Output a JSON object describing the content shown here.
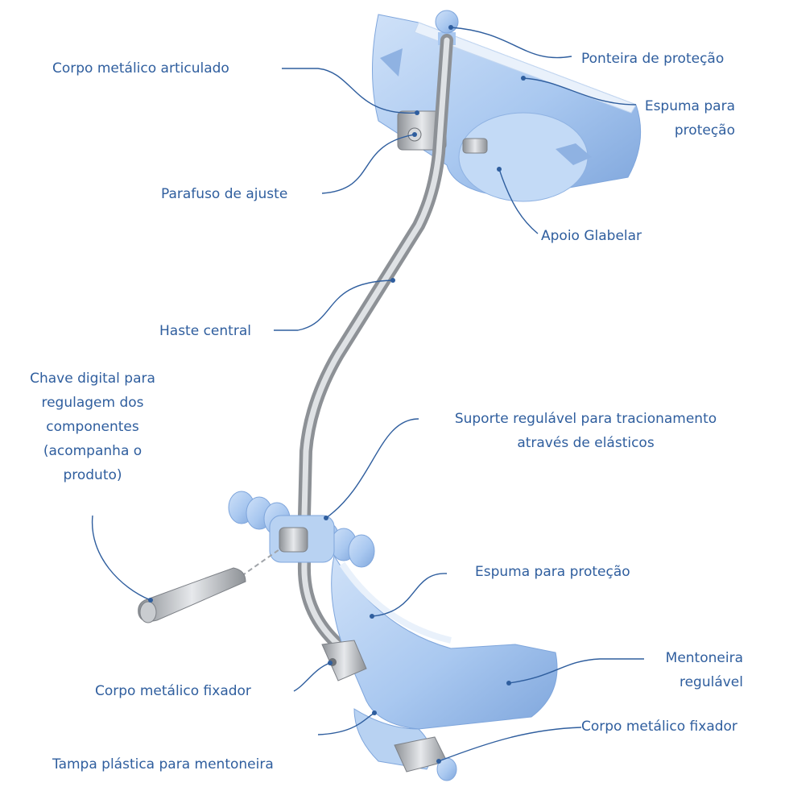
{
  "labels": {
    "ponteira": "Ponteira de proteção",
    "corpo_articulado": "Corpo metálico articulado",
    "espuma_top_1": "Espuma para",
    "espuma_top_2": "proteção",
    "parafuso": "Parafuso de ajuste",
    "apoio": "Apoio Glabelar",
    "haste": "Haste central",
    "chave_1": "Chave digital para",
    "chave_2": "regulagem dos",
    "chave_3": "componentes",
    "chave_4": "(acompanha o",
    "chave_5": "produto)",
    "suporte_1": "Suporte regulável para tracionamento",
    "suporte_2": "através de elásticos",
    "espuma_mid": "Espuma para proteção",
    "mentoneira_1": "Mentoneira",
    "mentoneira_2": "regulável",
    "fixador_left": "Corpo metálico fixador",
    "fixador_right": "Corpo metálico fixador",
    "tampa": "Tampa plástica para mentoneira"
  },
  "colors": {
    "label_text": "#2f5e9e",
    "plastic_blue": "#a9c8f0",
    "plastic_shadow": "#7fa6dc",
    "metal": "#b9bcc0"
  }
}
